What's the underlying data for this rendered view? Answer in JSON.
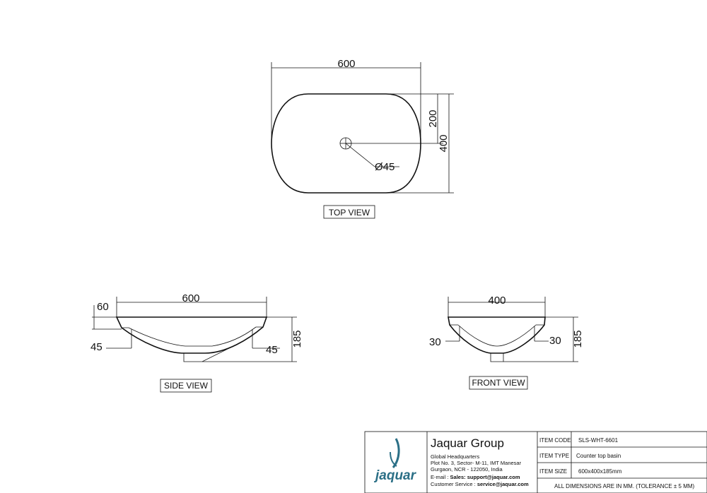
{
  "views": {
    "top": {
      "label": "TOP VIEW",
      "dim_width": "600",
      "dim_height": "400",
      "dim_waste_offset": "200",
      "dim_waste_diameter": "Ø45"
    },
    "side": {
      "label": "SIDE VIEW",
      "dim_width": "600",
      "dim_rim": "60",
      "dim_left_inset": "45",
      "dim_right_inset": "45",
      "dim_height": "185"
    },
    "front": {
      "label": "FRONT VIEW",
      "dim_width": "400",
      "dim_left_inset": "30",
      "dim_right_inset": "30",
      "dim_height": "185"
    }
  },
  "title_block": {
    "logo_text": "jaquar",
    "company": "Jaquar Group",
    "address_lines": [
      "Global Headquarters",
      "Plot No. 3, Sector- M-11, IMT Manesar",
      "Gurgaon, NCR - 122050, India"
    ],
    "email_label": "E-mail : ",
    "email_value": "Sales: support@jaquar.com",
    "service_label": "Customer Service : ",
    "service_value": "service@jaquar.com",
    "rows": [
      {
        "label": "ITEM  CODE",
        "value": "SLS-WHT-6601"
      },
      {
        "label": "ITEM  TYPE",
        "value": "Counter top basin"
      },
      {
        "label": "ITEM  SIZE",
        "value": "600x400x185mm"
      }
    ],
    "note": "ALL DIMENSIONS ARE IN MM. (TOLERANCE ± 5 MM)"
  },
  "colors": {
    "line": "#111111",
    "logo": "#2b6f86"
  }
}
